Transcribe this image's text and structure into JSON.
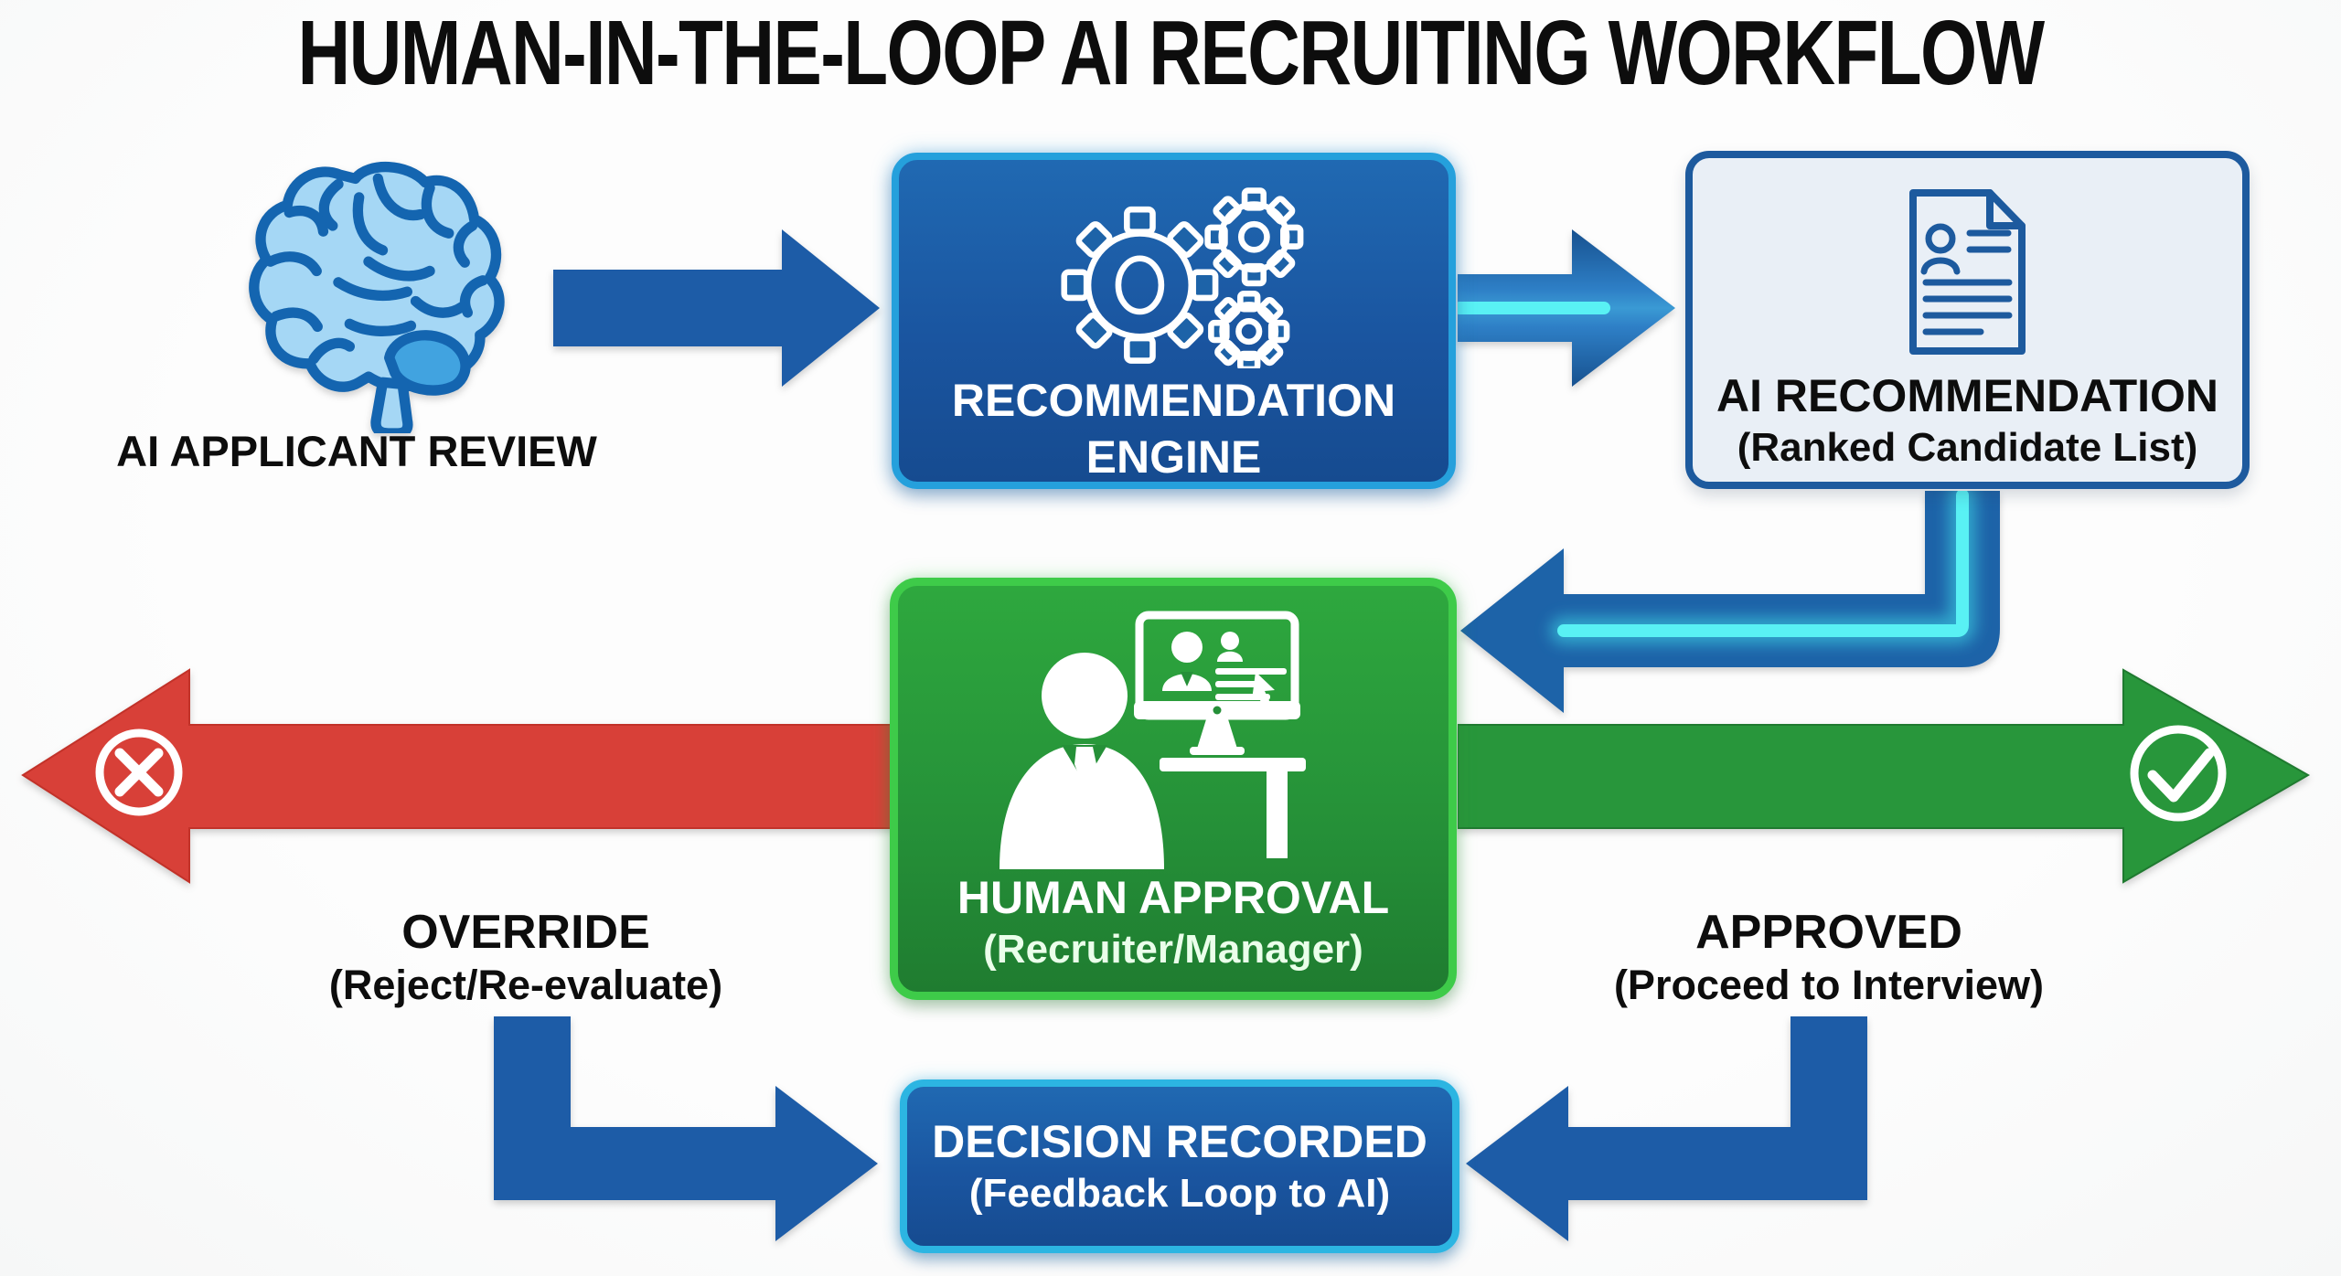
{
  "title": "HUMAN-IN-THE-LOOP AI RECRUITING WORKFLOW",
  "applicant_review": {
    "label": "AI APPLICANT REVIEW"
  },
  "engine": {
    "line1": "RECOMMENDATION",
    "line2": "ENGINE"
  },
  "ai_recommendation": {
    "line1": "AI RECOMMENDATION",
    "line2": "(Ranked Candidate List)"
  },
  "human_approval": {
    "line1": "HUMAN APPROVAL",
    "line2": "(Recruiter/Manager)"
  },
  "override_label": {
    "line1": "OVERRIDE",
    "line2": "(Reject/Re-evaluate)"
  },
  "approved_label": {
    "line1": "APPROVED",
    "line2": "(Proceed to Interview)"
  },
  "decision": {
    "line1": "DECISION RECORDED",
    "line2": "(Feedback Loop to AI)"
  },
  "icons": {
    "brain": "brain-icon",
    "gears": "gears-icon",
    "resume": "resume-document-icon",
    "recruiter": "recruiter-at-desk-icon",
    "reject": "circled-x-icon",
    "approve": "circled-check-icon"
  },
  "colors": {
    "blue_box": "#1a55a0",
    "blue_box_border": "#25a0dc",
    "light_box": "#e9eff6",
    "dark_blue_border": "#1d5a9e",
    "green_box": "#259038",
    "green_box_border": "#3ecb49",
    "red_arrow": "#d84038",
    "green_arrow": "#28963b",
    "blue_arrow": "#1d5ca7",
    "cyan_glow": "#59f1f4",
    "text_dark": "#0d0d0d",
    "text_light": "#ffffff"
  }
}
